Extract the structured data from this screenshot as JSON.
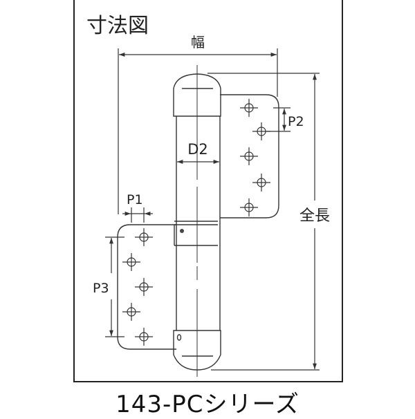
{
  "figure": {
    "title": "寸法図",
    "caption": "143-PCシリーズ"
  },
  "dimensions": {
    "width_label": "幅",
    "overall_length_label": "全長",
    "barrel_diameter_label": "D2",
    "pitch_labels": {
      "p1": "P1",
      "p2": "P2",
      "p3": "P3"
    }
  },
  "parts": {
    "barrel": "hinge-barrel",
    "top_cap": "top-cap",
    "bottom_cap": "bottom-cap",
    "upper_leaf": {
      "hole_count": 5
    },
    "lower_leaf": {
      "hole_count": 5
    }
  },
  "colors": {
    "line": "#333333",
    "frame": "#222222",
    "background": "#ffffff"
  }
}
